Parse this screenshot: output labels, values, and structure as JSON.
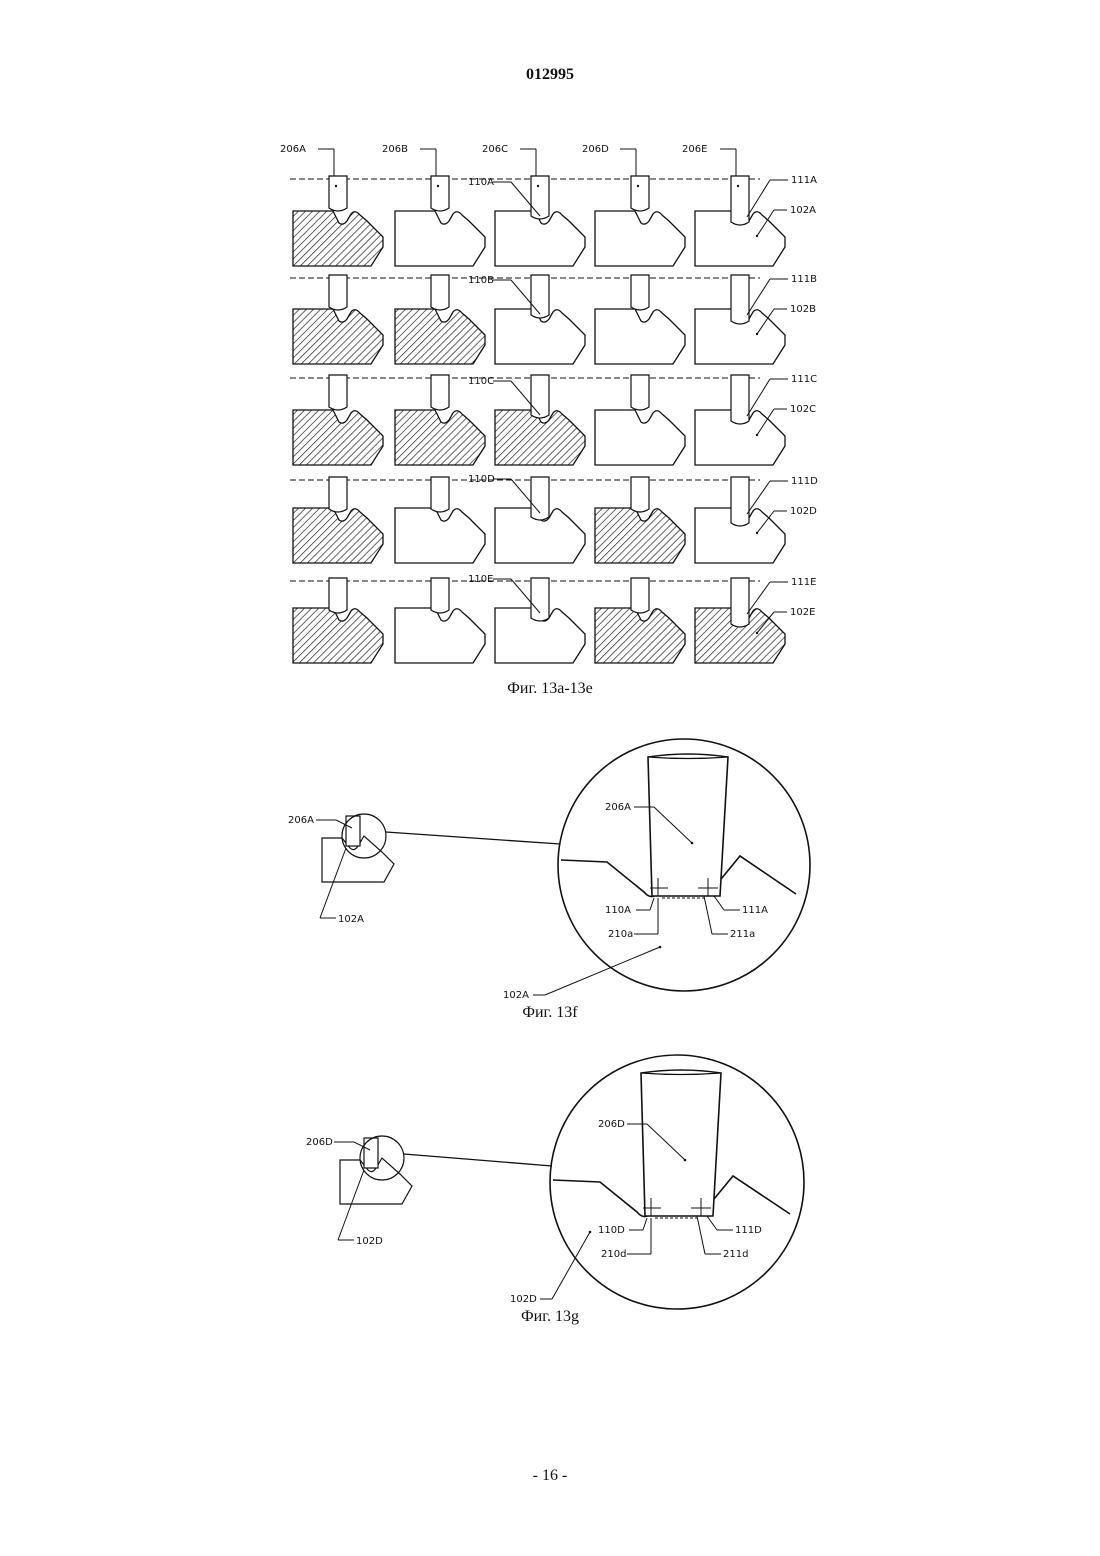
{
  "header": {
    "doc_number": "012995"
  },
  "footer": {
    "page": "- 16 -"
  },
  "figure_13ae": {
    "caption": "Фиг. 13a-13e",
    "tool_labels": [
      "206A",
      "206B",
      "206C",
      "206D",
      "206E"
    ],
    "rows": [
      {
        "notch": "110A",
        "edge": "111A",
        "part": "102A",
        "hatched": [
          true,
          false,
          false,
          false,
          false
        ]
      },
      {
        "notch": "110B",
        "edge": "111B",
        "part": "102B",
        "hatched": [
          true,
          true,
          false,
          false,
          false
        ]
      },
      {
        "notch": "110C",
        "edge": "111C",
        "part": "102C",
        "hatched": [
          true,
          true,
          true,
          false,
          false
        ]
      },
      {
        "notch": "110D",
        "edge": "111D",
        "part": "102D",
        "hatched": [
          true,
          false,
          false,
          true,
          false
        ]
      },
      {
        "notch": "110E",
        "edge": "111E",
        "part": "102E",
        "hatched": [
          true,
          false,
          false,
          true,
          true
        ]
      }
    ]
  },
  "figure_13f": {
    "caption": "Фиг. 13f",
    "small_tool": "206A",
    "small_part": "102A",
    "big_tool": "206A",
    "notch": "110A",
    "edge": "111A",
    "radius_left": "210a",
    "radius_right": "211a",
    "big_part": "102A"
  },
  "figure_13g": {
    "caption": "Фиг. 13g",
    "small_tool": "206D",
    "small_part": "102D",
    "big_tool": "206D",
    "notch": "110D",
    "edge": "111D",
    "radius_left": "210d",
    "radius_right": "211d",
    "big_part": "102D"
  }
}
